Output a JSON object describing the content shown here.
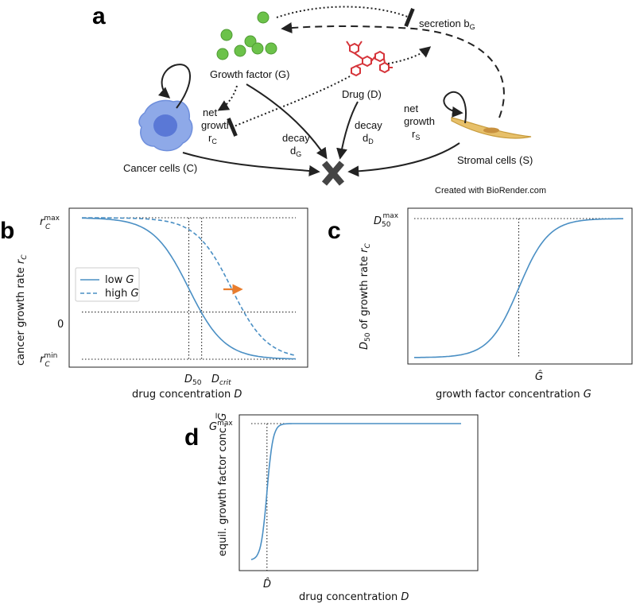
{
  "panel_a": {
    "letter": "a",
    "growth_factor_label": "Growth factor (G)",
    "drug_label": "Drug (D)",
    "secretion_label": "secretion b",
    "secretion_sub": "G",
    "net_growth_c_line1": "net",
    "net_growth_c_line2": "growth",
    "net_growth_c_line3": "r",
    "net_growth_c_sub": "C",
    "decay_g_line1": "decay",
    "decay_g_line2": "d",
    "decay_g_sub": "G",
    "decay_d_line1": "decay",
    "decay_d_line2": "d",
    "decay_d_sub": "D",
    "net_growth_s_line1": "net",
    "net_growth_s_line2": "growth",
    "net_growth_s_line3": "r",
    "net_growth_s_sub": "S",
    "cancer_label": "Cancer cells (C)",
    "stromal_label": "Stromal cells (S)",
    "credit": "Created with BioRender.com",
    "colors": {
      "growth_factor": "#6cc24a",
      "drug": "#d6343a",
      "cancer": "#8ea9e8",
      "stromal": "#e7c06a",
      "decay_x": "#444444"
    }
  },
  "chart_data": [
    {
      "panel": "b",
      "type": "line",
      "xlabel_text": "drug concentration ",
      "xlabel_var": "D",
      "ylabel_text": "cancer growth rate ",
      "ylabel_var": "r",
      "ylabel_sub": "C",
      "ytick_max_base": "r",
      "ytick_max_sub": "C",
      "ytick_max_sup": "max",
      "ytick_zero": "0",
      "ytick_min_base": "r",
      "ytick_min_sub": "C",
      "ytick_min_sup": "min",
      "xtick_d50_base": "D",
      "xtick_d50_sub": "50",
      "xtick_dcrit_base": "D",
      "xtick_dcrit_sub": "crit",
      "legend": [
        {
          "text": "low ",
          "var": "G",
          "style": "solid"
        },
        {
          "text": "high ",
          "var": "G",
          "style": "dashed"
        }
      ],
      "series": [
        {
          "name": "low G",
          "style": "solid",
          "midpoint": 0.5,
          "steepness": 12
        },
        {
          "name": "high G",
          "style": "dashed",
          "midpoint": 0.7,
          "steepness": 12
        }
      ],
      "y_max": 1,
      "y_min": -0.5,
      "y_zero": 0,
      "x_d50": 0.5,
      "x_dcrit": 0.56,
      "arrow_color": "#e87d2e"
    },
    {
      "panel": "c",
      "type": "line",
      "xlabel_text": "growth factor concentration ",
      "xlabel_var": "G",
      "ylabel_pre": "D",
      "ylabel_sub": "50",
      "ylabel_text": " of growth rate ",
      "ylabel_var": "r",
      "ylabel_sub2": "C",
      "ytick_max_base": "D",
      "ytick_max_sub": "50",
      "ytick_max_sup": "max",
      "xtick_ghat": "Ĝ",
      "series": [
        {
          "name": "",
          "midpoint": 0.5,
          "steepness": 14
        }
      ]
    },
    {
      "panel": "d",
      "type": "line",
      "xlabel_text": "drug concentration ",
      "xlabel_var": "D",
      "ylabel_text": "equil. growth factor conc. ",
      "ylabel_var": "G̅",
      "ytick_max_base": "G",
      "ytick_max_sup": "max",
      "xtick_dhat": "D̂",
      "series": [
        {
          "name": "",
          "midpoint": 0.075,
          "steepness": 70
        }
      ]
    }
  ],
  "letters": {
    "b": "b",
    "c": "c",
    "d": "d"
  }
}
